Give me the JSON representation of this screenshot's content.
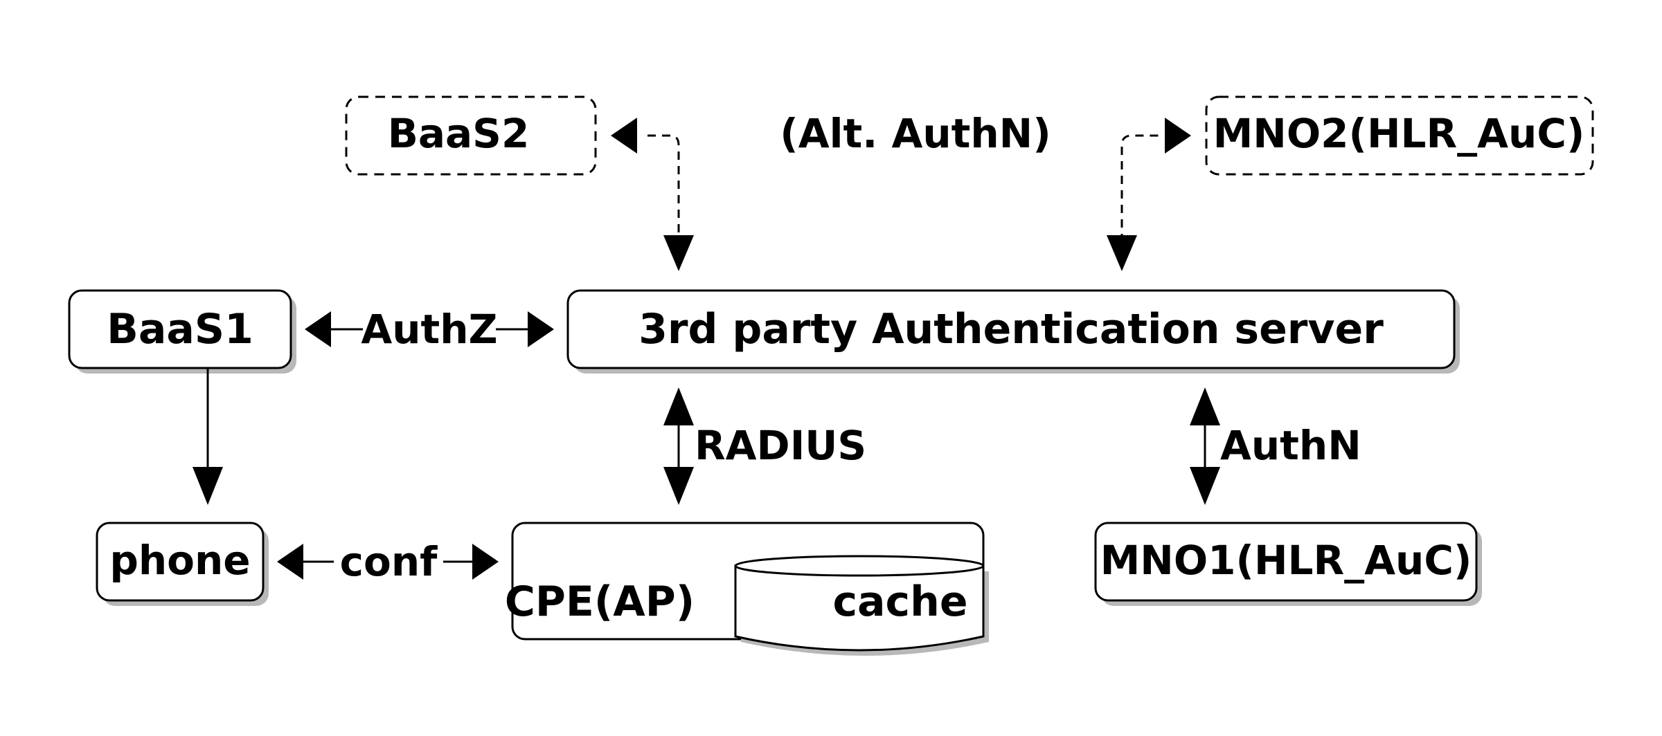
{
  "nodes": {
    "baas2": "BaaS2",
    "alt_authn": "(Alt. AuthN)",
    "mno2": "MNO2(HLR_AuC)",
    "baas1": "BaaS1",
    "auth_server": "3rd party Authentication server",
    "phone": "phone",
    "cpe": "CPE(AP)",
    "cache": "cache",
    "mno1": "MNO1(HLR_AuC)"
  },
  "edges": {
    "authz": "AuthZ",
    "radius": "RADIUS",
    "authn": "AuthN",
    "conf": "conf"
  }
}
